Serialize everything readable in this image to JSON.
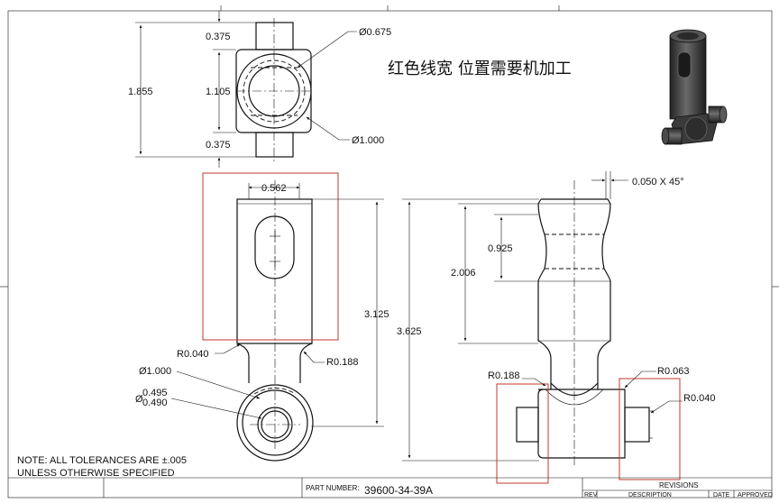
{
  "annotation_note": "红色线宽 位置需要机加工",
  "top_view": {
    "dim_top": "0.375",
    "dim_middle": "1.105",
    "dim_bottom": "0.375",
    "dim_overall": "1.855",
    "dia_inner": "Ø0.675",
    "dia_outer": "Ø1.000"
  },
  "front_view": {
    "dim_slot_width": "0.562",
    "dim_upper_length": "3.125",
    "dim_overall_length": "3.625",
    "radius_left": "R0.040",
    "radius_right": "R0.188",
    "dia_boss": "Ø1.000",
    "dia_bore_upper": "0.495",
    "dia_bore_lower": "0.490",
    "dia_symbol": "Ø"
  },
  "side_view": {
    "chamfer": "0.050 X 45°",
    "dim_groove": "0.925",
    "dim_shank": "2.006",
    "radius_left": "R0.188",
    "radius_top_right": "R0.063",
    "radius_right": "R0.040"
  },
  "notes": {
    "line1": "NOTE: ALL TOLERANCES ARE ±.005",
    "line2": "UNLESS OTHERWISE SPECIFIED"
  },
  "title_block": {
    "part_number_label": "PART NUMBER:",
    "part_number": "39600-34-39A",
    "revisions_title": "REVISIONS",
    "col_rev": "REV",
    "col_description": "DESCRIPTION",
    "col_date": "DATE",
    "col_approved": "APPROVED"
  },
  "colors": {
    "line": "#111111",
    "markup": "#c0392b",
    "part_dark": "#3a3a3a"
  }
}
